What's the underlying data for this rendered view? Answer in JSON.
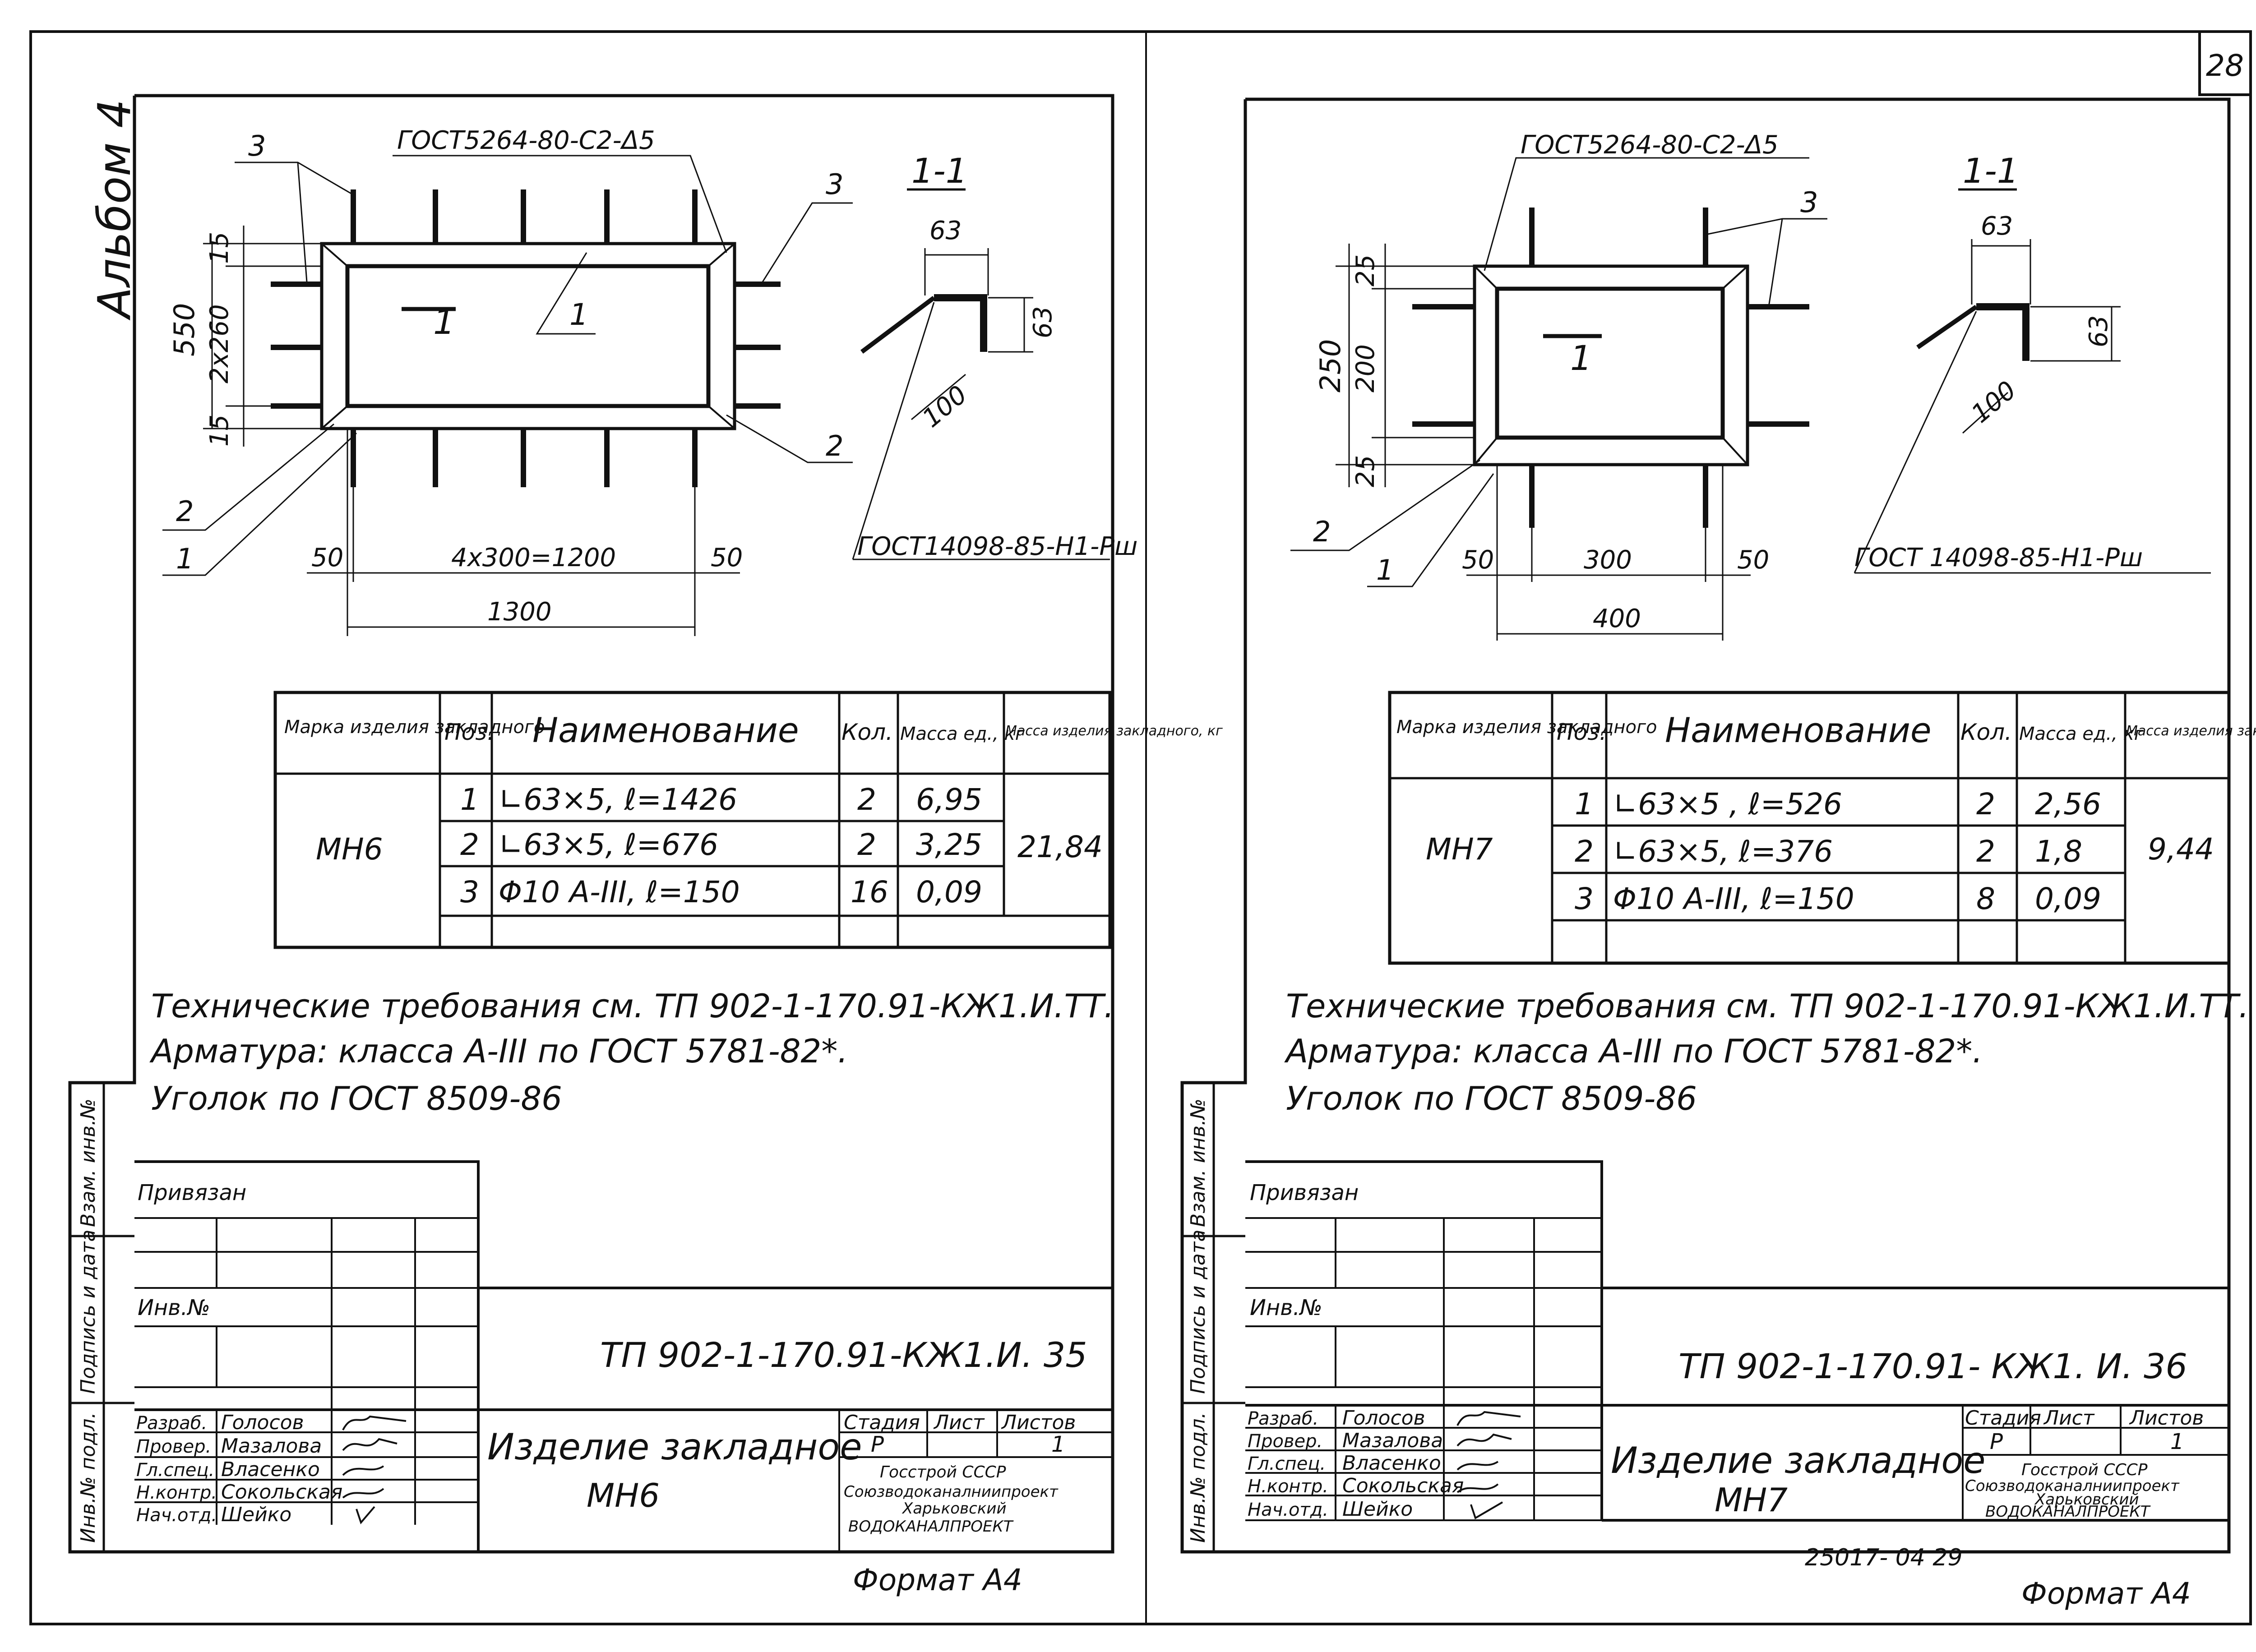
{
  "sheet_number": "28",
  "album_label": "Альбом 4",
  "sheets": [
    {
      "id": "left",
      "section_label": "1-1",
      "section_dims": {
        "flange_top": "63",
        "flange_side": "63",
        "bar_length": "100"
      },
      "weld_note": "ГОСТ5264-80-С2-Δ5",
      "section_mark": "1",
      "mark_dims": {
        "height_total": "550",
        "height_top": "15",
        "height_mid": "2x260",
        "height_bottom": "15"
      },
      "position_labels": {
        "top_left": "3",
        "top_right": "3",
        "right": "2",
        "bottom_left_2": "2",
        "bottom_left_1": "1",
        "inner": "1"
      },
      "horizontal_dims": {
        "left": "50",
        "middle": "4x300=1200",
        "right": "50",
        "total": "1300"
      },
      "anchor_note": "ГОСТ14098-85-Н1-Рш",
      "table": {
        "headers": {
          "mark": "Марка изделия закладного",
          "pos": "Поз.",
          "name": "Наименование",
          "qty": "Кол.",
          "mass_unit": "Масса ед., кг",
          "mass_total": "Масса изделия закладного, кг"
        },
        "mark": "МН6",
        "total_mass": "21,84",
        "rows": [
          {
            "pos": "1",
            "name": "∟63×5,  ℓ=1426",
            "qty": "2",
            "mass": "6,95"
          },
          {
            "pos": "2",
            "name": "∟63×5,  ℓ=676",
            "qty": "2",
            "mass": "3,25"
          },
          {
            "pos": "3",
            "name": "Φ10 А-III,  ℓ=150",
            "qty": "16",
            "mass": "0,09"
          }
        ]
      },
      "notes": [
        "Технические требования см. ТП 902-1-170.91-КЖ1.И.ТТ.",
        "Арматура: класса А-III по ГОСТ 5781-82*.",
        "Уголок по ГОСТ 8509-86"
      ],
      "side_stamp": [
        "Инв.№ подл.",
        "Подпись и дата",
        "Взам. инв.№"
      ],
      "stamp": {
        "bound": "Привязан",
        "inv": "Инв.№",
        "doc_code": "ТП 902-1-170.91-КЖ1.И. 35",
        "people": [
          {
            "role": "Разраб.",
            "name": "Голосов"
          },
          {
            "role": "Провер.",
            "name": "Мазалова"
          },
          {
            "role": "Гл.спец.",
            "name": "Власенко"
          },
          {
            "role": "Н.контр.",
            "name": "Сокольская"
          },
          {
            "role": "Нач.отд.",
            "name": "Шейко"
          }
        ],
        "title_line1": "Изделие закладное",
        "title_line2": "МН6",
        "stage_header": "Стадия",
        "sheet_header": "Лист",
        "sheets_header": "Листов",
        "stage": "Р",
        "sheets_count": "1",
        "org": [
          "Госстрой СССР",
          "Союзводоканалниипроект",
          "Харьковский",
          "ВОДОКАНАЛПРОЕКТ"
        ]
      },
      "format": "Формат А4"
    },
    {
      "id": "right",
      "section_label": "1-1",
      "section_dims": {
        "flange_top": "63",
        "flange_side": "63",
        "bar_length": "100"
      },
      "weld_note": "ГОСТ5264-80-С2-Δ5",
      "section_mark": "1",
      "mark_dims": {
        "height_total": "250",
        "height_top": "25",
        "height_mid": "200",
        "height_bottom": "25"
      },
      "position_labels": {
        "top_right": "3",
        "bottom_left_2": "2",
        "bottom_left_1": "1"
      },
      "horizontal_dims": {
        "left": "50",
        "middle": "300",
        "right": "50",
        "total": "400"
      },
      "anchor_note": "ГОСТ 14098-85-Н1-Рш",
      "table": {
        "headers": {
          "mark": "Марка изделия закладного",
          "pos": "Поз.",
          "name": "Наименование",
          "qty": "Кол.",
          "mass_unit": "Масса ед., кг",
          "mass_total": "Масса изделия закладного, кг"
        },
        "mark": "МН7",
        "total_mass": "9,44",
        "rows": [
          {
            "pos": "1",
            "name": "∟63×5 ,  ℓ=526",
            "qty": "2",
            "mass": "2,56"
          },
          {
            "pos": "2",
            "name": "∟63×5,  ℓ=376",
            "qty": "2",
            "mass": "1,8"
          },
          {
            "pos": "3",
            "name": "Φ10 А-III,  ℓ=150",
            "qty": "8",
            "mass": "0,09"
          }
        ]
      },
      "notes": [
        "Технические требования см. ТП 902-1-170.91-КЖ1.И.ТТ.",
        "Арматура: класса А-III по ГОСТ 5781-82*.",
        "Уголок по ГОСТ 8509-86"
      ],
      "side_stamp": [
        "Инв.№ подл.",
        "Подпись и дата",
        "Взам. инв.№"
      ],
      "stamp": {
        "bound": "Привязан",
        "inv": "Инв.№",
        "doc_code": "ТП 902-1-170.91- КЖ1. И. 36",
        "people": [
          {
            "role": "Разраб.",
            "name": "Голосов"
          },
          {
            "role": "Провер.",
            "name": "Мазалова"
          },
          {
            "role": "Гл.спец.",
            "name": "Власенко"
          },
          {
            "role": "Н.контр.",
            "name": "Сокольская"
          },
          {
            "role": "Нач.отд.",
            "name": "Шейко"
          }
        ],
        "title_line1": "Изделие закладное",
        "title_line2": "МН7",
        "stage_header": "Стадия",
        "sheet_header": "Лист",
        "sheets_header": "Листов",
        "stage": "Р",
        "sheets_count": "1",
        "org": [
          "Госстрой СССР",
          "Союзводоканалниипроект",
          "Харьковский",
          "ВОДОКАНАЛПРОЕКТ"
        ]
      },
      "archive_number": "25017- 04   29",
      "format": "Формат А4"
    }
  ]
}
